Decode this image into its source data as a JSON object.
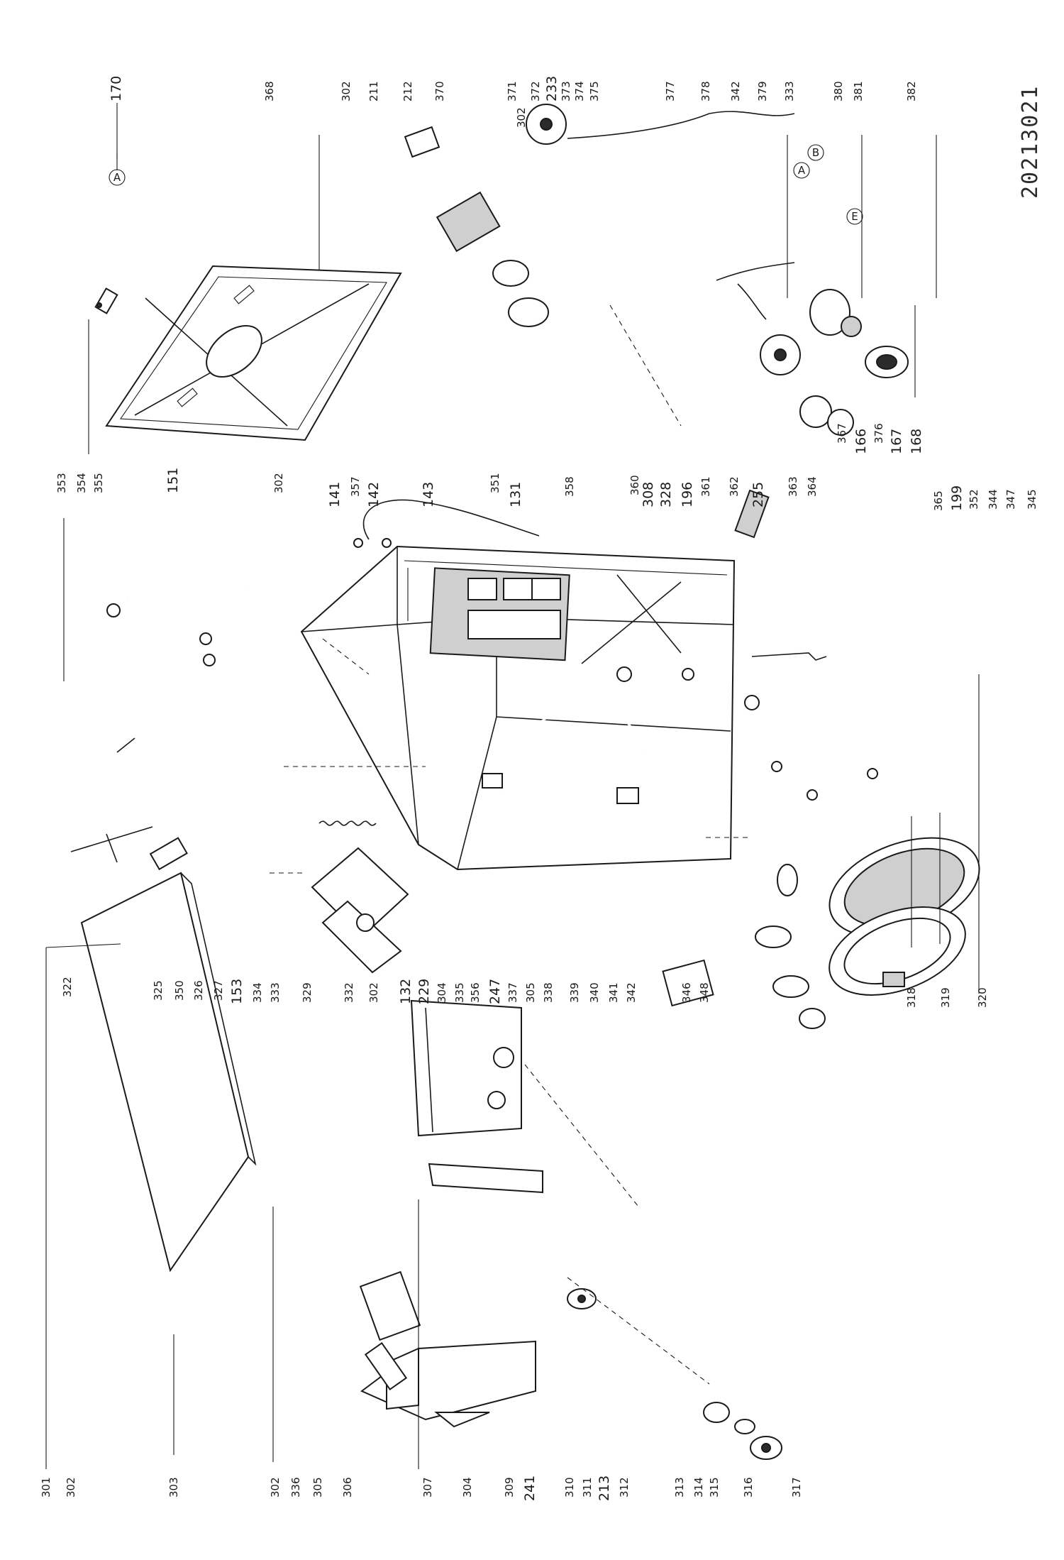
{
  "document_number": "20213021",
  "markers": [
    "A",
    "A",
    "B",
    "E"
  ],
  "labels_left": [
    "301",
    "302",
    "303",
    "302",
    "336",
    "305",
    "306",
    "307",
    "304",
    "309",
    "241",
    "310",
    "311",
    "213",
    "312",
    "313",
    "314",
    "315",
    "316",
    "317"
  ],
  "labels_mid": [
    "322",
    "325",
    "350",
    "326",
    "327",
    "153",
    "334",
    "333",
    "329",
    "332",
    "302",
    "132",
    "229",
    "304",
    "335",
    "356",
    "247",
    "337",
    "305",
    "338",
    "339",
    "340",
    "341",
    "342",
    "346",
    "348",
    "318",
    "319",
    "320"
  ],
  "labels_right": [
    "353",
    "354",
    "355",
    "151",
    "302",
    "141",
    "357",
    "142",
    "143",
    "131",
    "351",
    "358",
    "360",
    "308",
    "328",
    "196",
    "361",
    "362",
    "255",
    "363",
    "364",
    "367",
    "166",
    "376",
    "167",
    "168",
    "365",
    "199",
    "352",
    "344",
    "347",
    "345"
  ],
  "labels_top": [
    "170",
    "368",
    "302",
    "211",
    "212",
    "370",
    "371",
    "302",
    "372",
    "233",
    "373",
    "374",
    "375",
    "377",
    "378",
    "342",
    "379",
    "333",
    "380",
    "381",
    "382"
  ]
}
